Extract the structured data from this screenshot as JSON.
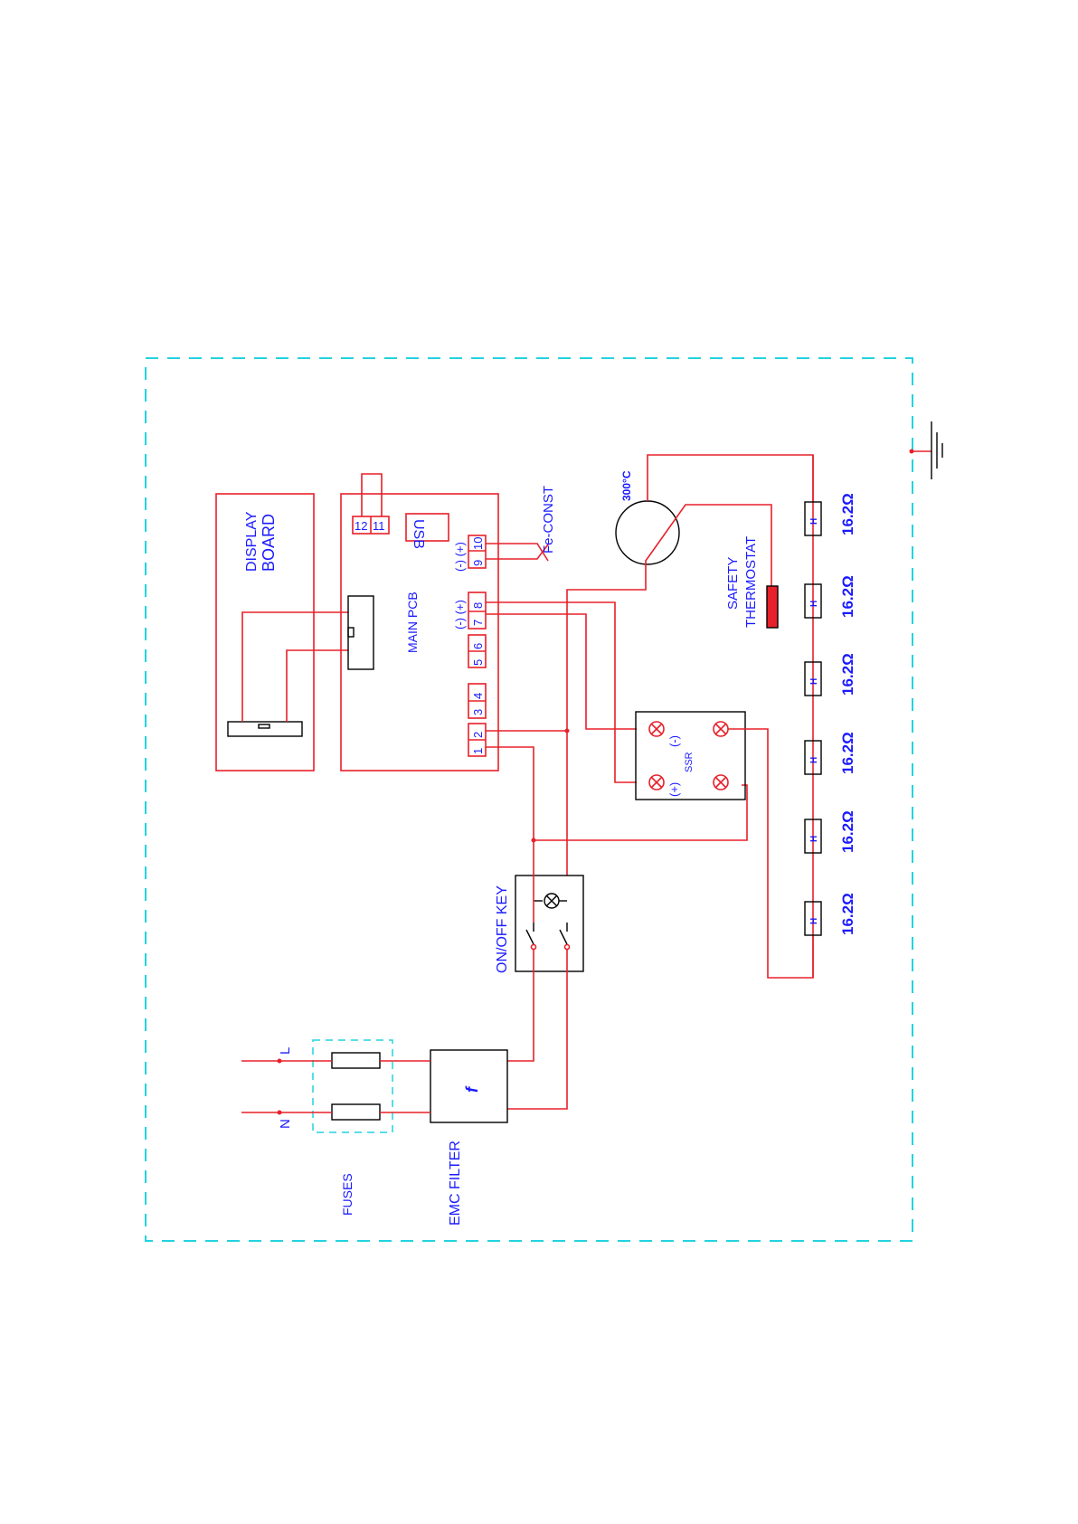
{
  "labels": {
    "display_board_line1": "DISPLAY",
    "display_board_line2": "BOARD",
    "main_pcb": "MAIN PCB",
    "usb": "USB",
    "thermocouple": "Fe-CONST",
    "thermostat_temp": "300°C",
    "safety_line1": "SAFETY",
    "safety_line2": "THERMOSTAT",
    "ssr": "SSR",
    "ssr_minus": "(-)",
    "ssr_plus": "(+)",
    "onoff_key": "ON/OFF KEY",
    "emc_filter": "EMC FILTER",
    "filter_symbol": "f",
    "fuses": "FUSES",
    "line_L": "L",
    "line_N": "N",
    "polarity_9_10": "(-) (+)",
    "polarity_7_8": "(-) (+)",
    "heater_symbol": "H"
  },
  "terminals": [
    "12",
    "11",
    "9",
    "10",
    "7",
    "8",
    "5",
    "6",
    "3",
    "4",
    "1",
    "2"
  ],
  "heaters": [
    {
      "value": "16.2Ω"
    },
    {
      "value": "16.2Ω"
    },
    {
      "value": "16.2Ω"
    },
    {
      "value": "16.2Ω"
    },
    {
      "value": "16.2Ω"
    },
    {
      "value": "16.2Ω"
    }
  ],
  "colors": {
    "wire": "#e8202a",
    "text": "#1a1aff",
    "enclosure": "#22d3df"
  }
}
